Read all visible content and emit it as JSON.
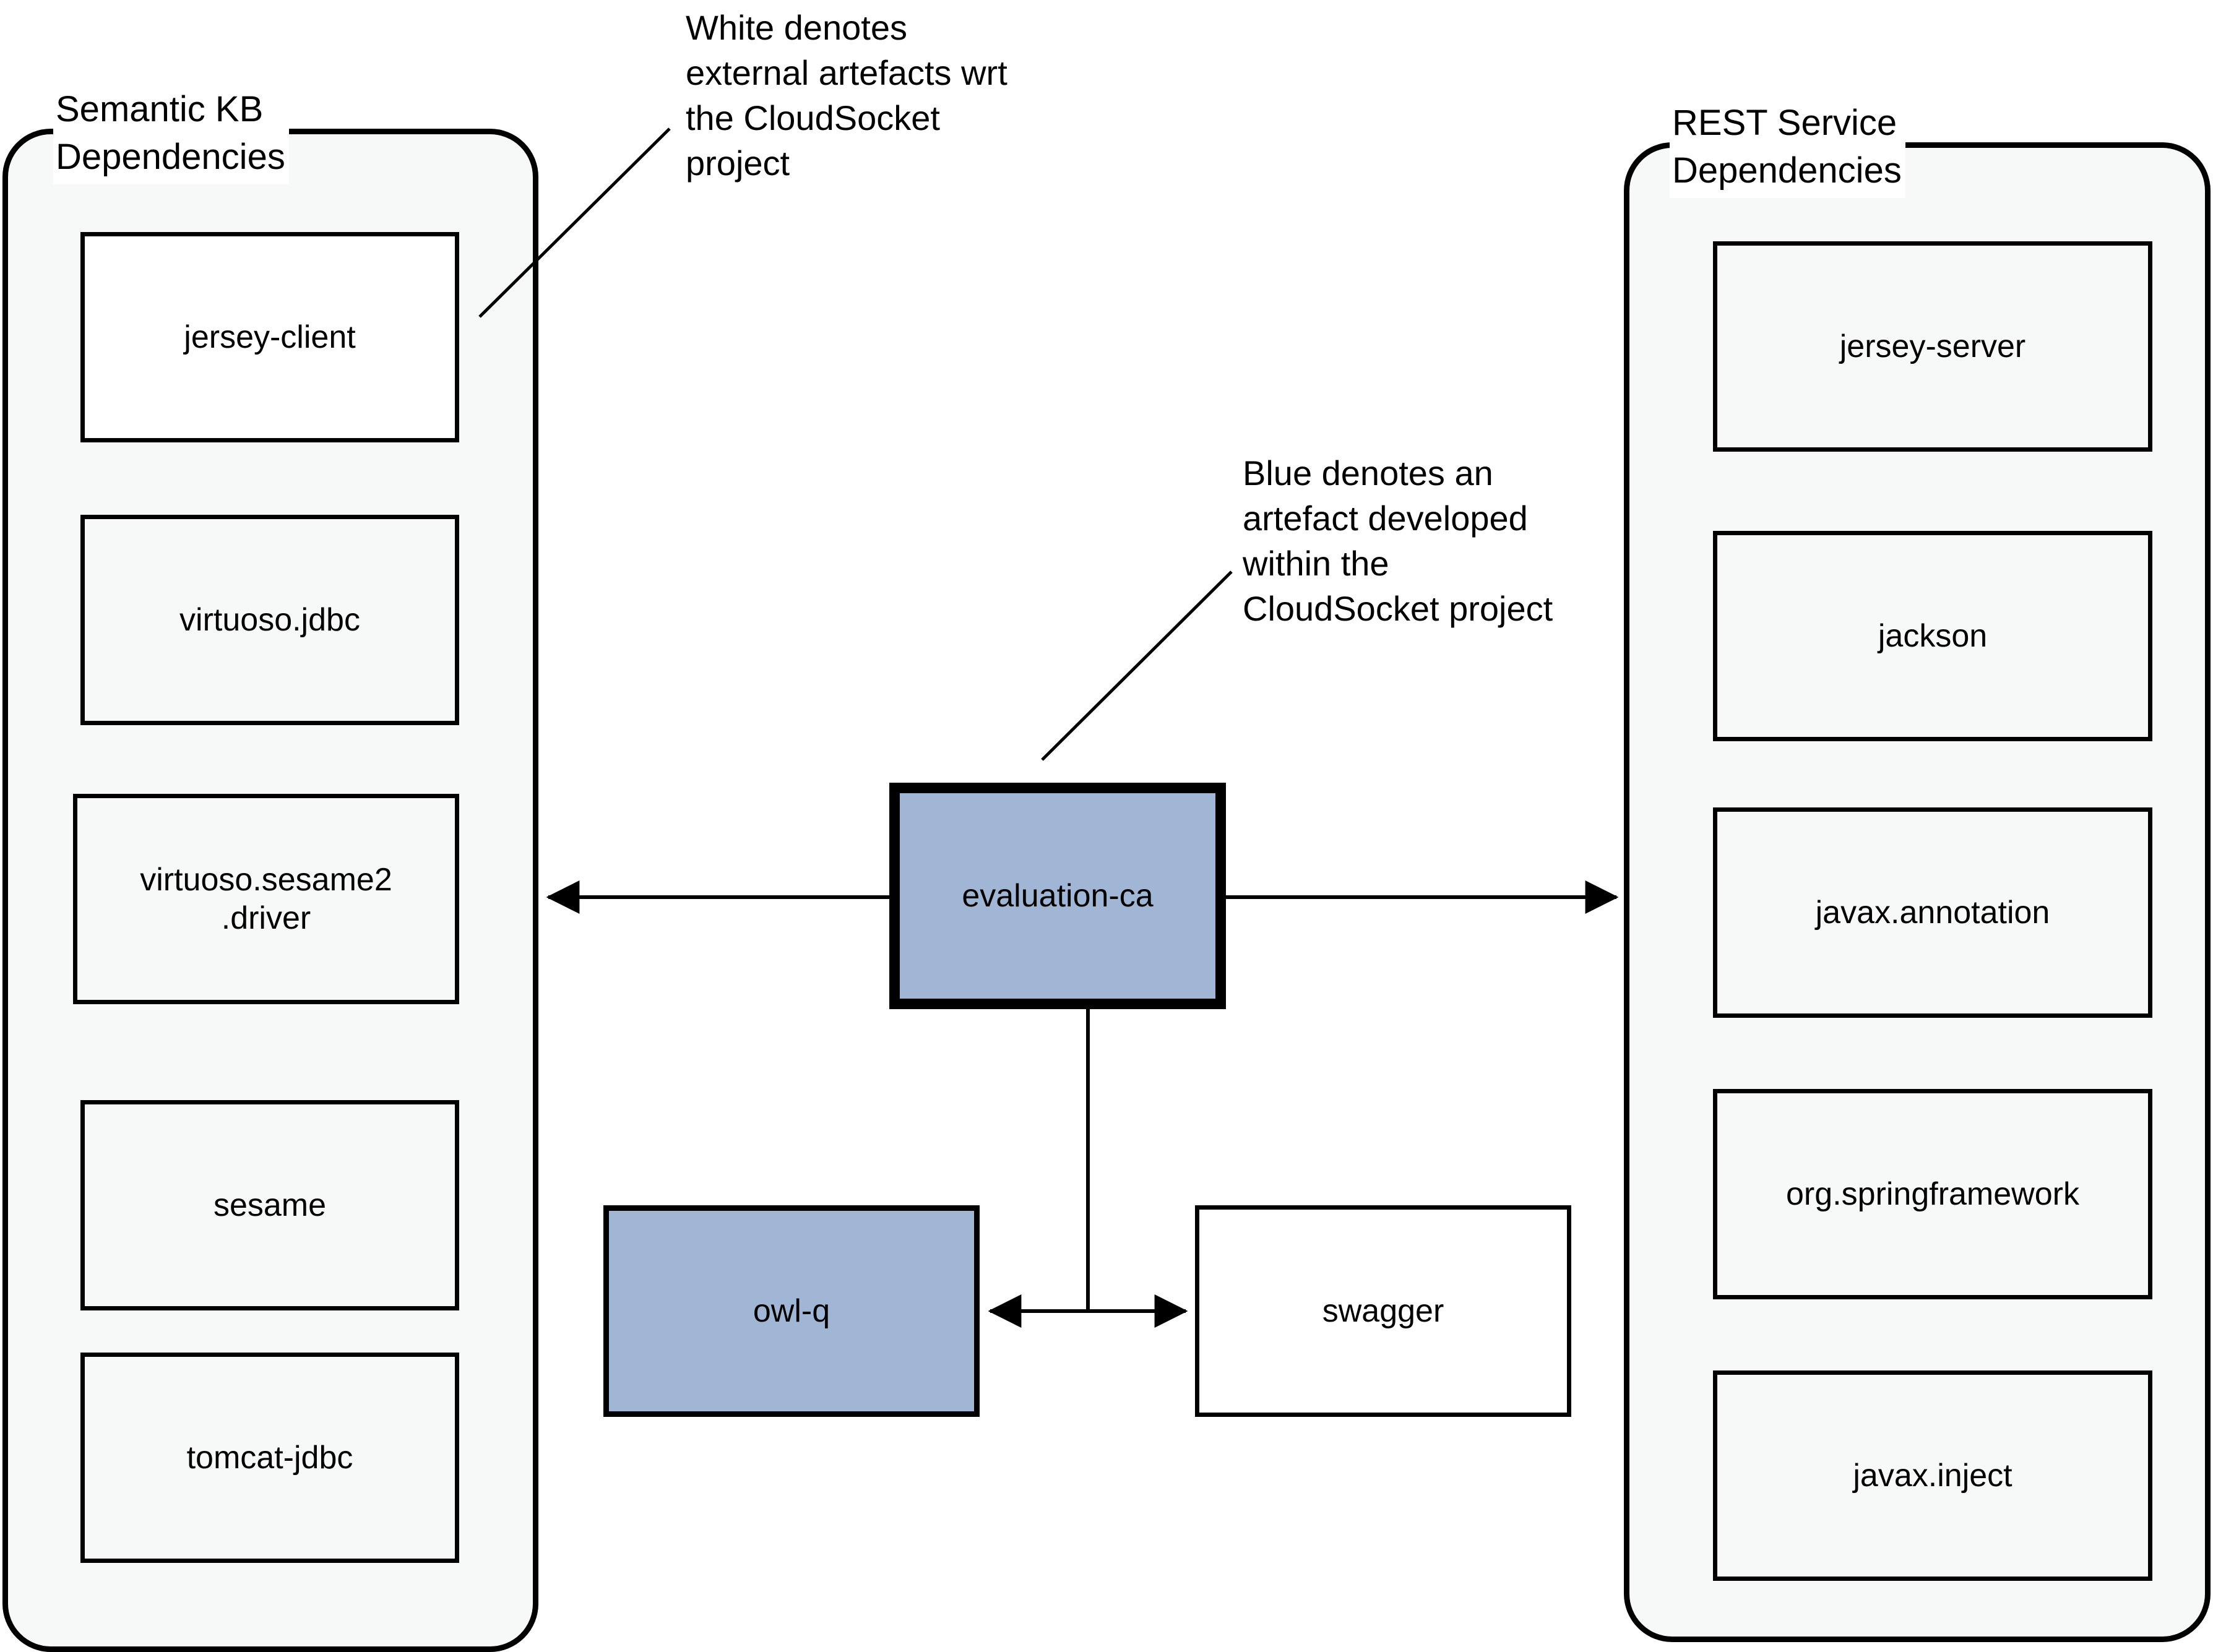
{
  "diagram": {
    "title_implicit": "CloudSocket artefact dependency diagram",
    "colors": {
      "internal_artefact_blue": "#a0b6d4",
      "external_artefact_white": "#ffffff",
      "panel_fill": "#f7f8f8",
      "stroke": "#000000"
    }
  },
  "panels": {
    "left": {
      "title": "Semantic KB\nDependencies",
      "items": [
        {
          "label": "jersey-client",
          "fill": "white"
        },
        {
          "label": "virtuoso.jdbc",
          "fill": "light"
        },
        {
          "label": "virtuoso.sesame2\n.driver",
          "fill": "light"
        },
        {
          "label": "sesame",
          "fill": "light"
        },
        {
          "label": "tomcat-jdbc",
          "fill": "light"
        }
      ]
    },
    "right": {
      "title": "REST Service\nDependencies",
      "items": [
        {
          "label": "jersey-server",
          "fill": "light"
        },
        {
          "label": "jackson",
          "fill": "light"
        },
        {
          "label": "javax.annotation",
          "fill": "light"
        },
        {
          "label": "org.springframework",
          "fill": "light"
        },
        {
          "label": "javax.inject",
          "fill": "light"
        }
      ]
    }
  },
  "center": {
    "main_node": {
      "label": "evaluation-ca",
      "fill": "blue"
    },
    "lower_left_node": {
      "label": "owl-q",
      "fill": "blue"
    },
    "lower_right_node": {
      "label": "swagger",
      "fill": "white"
    }
  },
  "annotations": {
    "white_legend": "White denotes external artefacts wrt the CloudSocket project",
    "blue_legend": "Blue denotes an artefact developed within the CloudSocket project"
  },
  "edges": [
    {
      "from": "evaluation-ca",
      "to": "Semantic KB Dependencies",
      "arrow": "to"
    },
    {
      "from": "evaluation-ca",
      "to": "REST Service Dependencies",
      "arrow": "to"
    },
    {
      "from": "evaluation-ca",
      "to": "owl-q",
      "arrow": "to"
    },
    {
      "from": "evaluation-ca",
      "to": "swagger",
      "arrow": "to"
    }
  ]
}
